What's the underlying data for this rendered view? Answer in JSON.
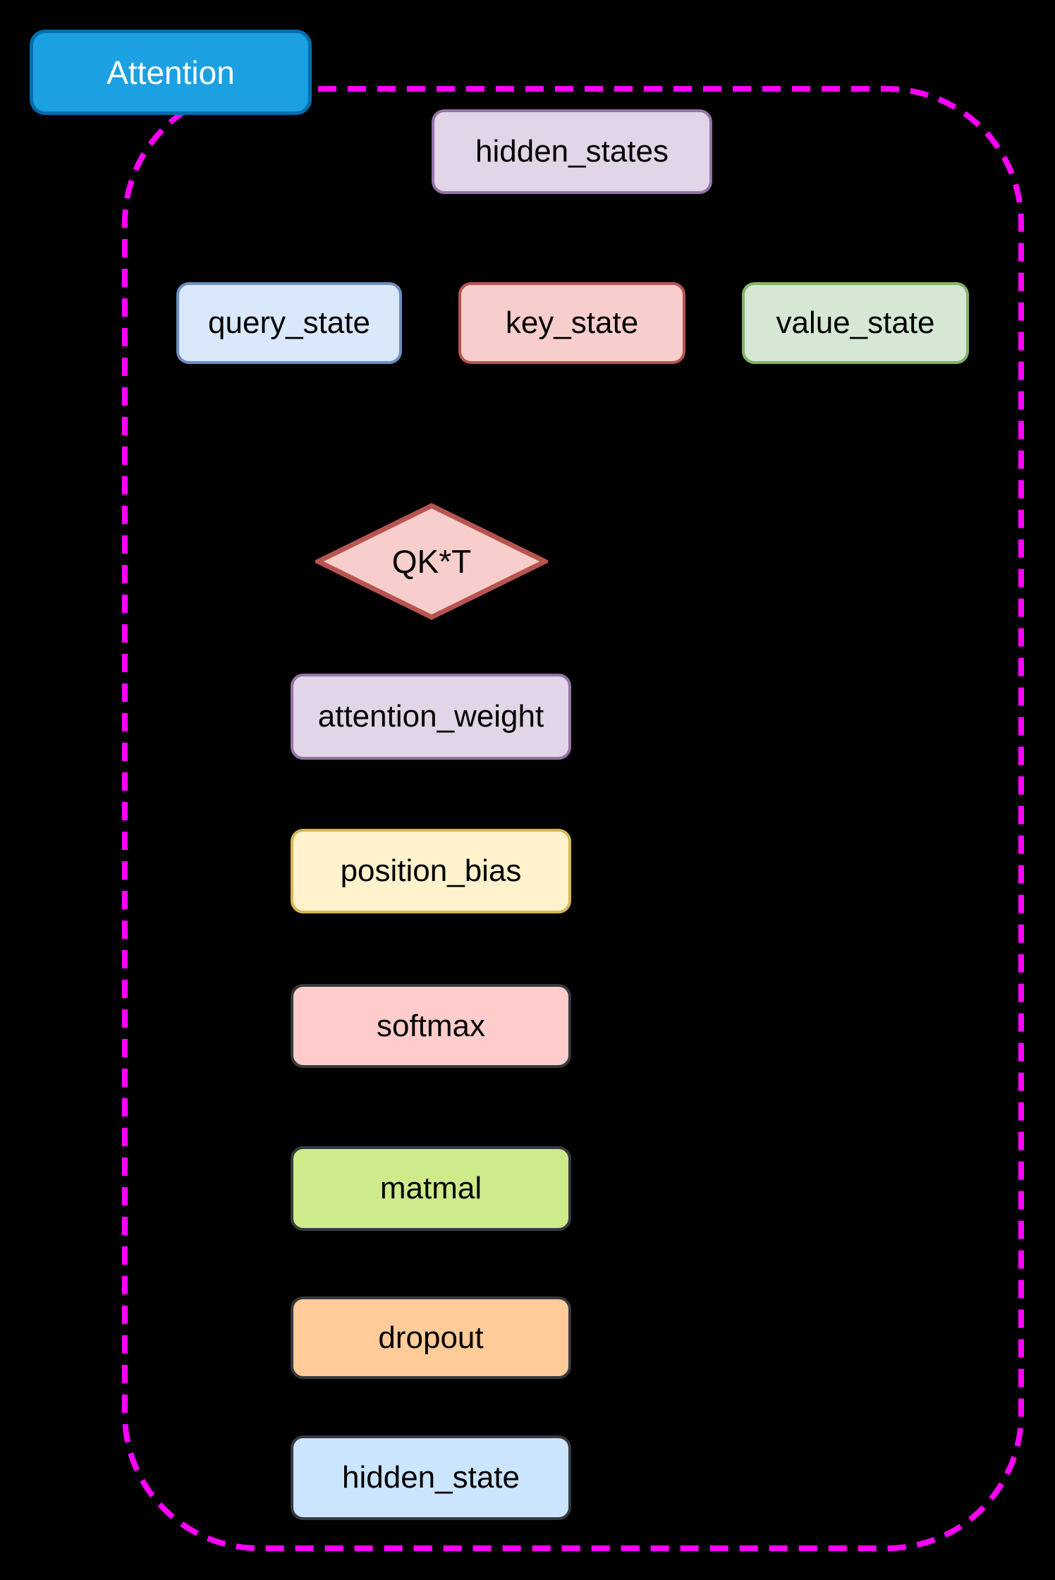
{
  "diagram": {
    "background": "#000000",
    "title_box": {
      "label": "Attention",
      "fill": "#1BA1E2",
      "stroke": "#006EAF",
      "text_color": "#FFFFFF"
    },
    "container": {
      "stroke": "#FF00FF",
      "style": "dashed"
    },
    "nodes": {
      "hidden_states": {
        "label": "hidden_states",
        "shape": "rounded-rect",
        "fill": "#E1D5E7",
        "stroke": "#9673A6"
      },
      "query_state": {
        "label": "query_state",
        "shape": "rounded-rect",
        "fill": "#DAE8FC",
        "stroke": "#6C8EBF"
      },
      "key_state": {
        "label": "key_state",
        "shape": "rounded-rect",
        "fill": "#F8CECC",
        "stroke": "#B85450"
      },
      "value_state": {
        "label": "value_state",
        "shape": "rounded-rect",
        "fill": "#D5E8D4",
        "stroke": "#82B366"
      },
      "qkt": {
        "label": "QK*T",
        "shape": "diamond",
        "fill": "#F8CECC",
        "stroke": "#B85450"
      },
      "attention_weight": {
        "label": "attention_weight",
        "shape": "rounded-rect",
        "fill": "#E1D5E7",
        "stroke": "#9673A6"
      },
      "position_bias": {
        "label": "position_bias",
        "shape": "rounded-rect",
        "fill": "#FFF2CC",
        "stroke": "#D6B656"
      },
      "softmax": {
        "label": "softmax",
        "shape": "rounded-rect",
        "fill": "#FFCCCC",
        "stroke": "#36393D"
      },
      "matmal": {
        "label": "matmal",
        "shape": "rounded-rect",
        "fill": "#CDEB8B",
        "stroke": "#36393D"
      },
      "dropout": {
        "label": "dropout",
        "shape": "rounded-rect",
        "fill": "#FFCC99",
        "stroke": "#36393D"
      },
      "hidden_state": {
        "label": "hidden_state",
        "shape": "rounded-rect",
        "fill": "#CCE5FF",
        "stroke": "#36393D"
      }
    }
  }
}
